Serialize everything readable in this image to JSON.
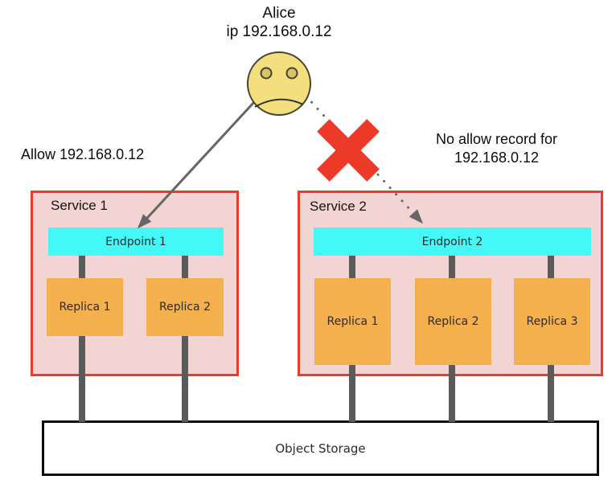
{
  "actor": {
    "name": "Alice",
    "ip": "ip 192.168.0.12"
  },
  "annotations": {
    "allow": "Allow 192.168.0.12",
    "deny_line1": "No allow record for",
    "deny_line2": "192.168.0.12"
  },
  "services": [
    {
      "label": "Service 1",
      "endpoint": "Endpoint 1",
      "replicas": [
        "Replica 1",
        "Replica 2"
      ]
    },
    {
      "label": "Service 2",
      "endpoint": "Endpoint 2",
      "replicas": [
        "Replica 1",
        "Replica 2",
        "Replica 3"
      ]
    }
  ],
  "storage": {
    "label": "Object Storage"
  },
  "icons": {
    "actor_face": "frowning-face",
    "blocked": "red-x-mark",
    "allowed_arrow": "solid-arrow",
    "denied_arrow": "dotted-arrow"
  },
  "colors": {
    "service_border": "#EE3A28",
    "service_bg": "#F2D4D3",
    "endpoint_bg": "#45F8F8",
    "replica_bg": "#F5B04E",
    "face_fill": "#F3DF7D",
    "face_eye": "#D8C468",
    "x_mark": "#ED3928",
    "connector_gray": "#5B5B5B",
    "arrow_gray": "#666666",
    "storage_border": "#0d0d0d"
  }
}
